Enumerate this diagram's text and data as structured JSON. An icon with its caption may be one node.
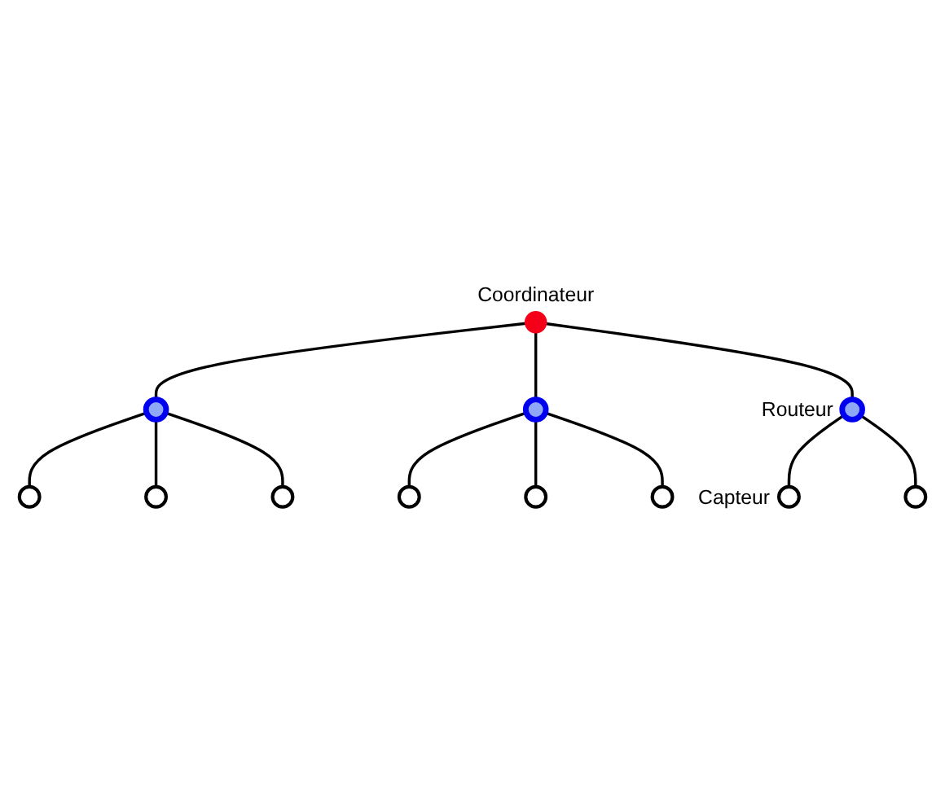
{
  "diagram": {
    "nodes": [
      {
        "text": [],
        "shape": "circle",
        "beside": [
          "Coordinateur"
        ]
      },
      {
        "text": [],
        "shape": "circle"
      },
      {
        "text": [],
        "shape": "circle"
      },
      {
        "text": [],
        "shape": "circle",
        "beside": [
          "Routeur"
        ]
      },
      {
        "text": [],
        "shape": "circle"
      },
      {
        "text": [],
        "shape": "circle"
      },
      {
        "text": [],
        "shape": "circle"
      },
      {
        "text": [],
        "shape": "circle"
      },
      {
        "text": [],
        "shape": "circle"
      },
      {
        "text": [],
        "shape": "circle"
      },
      {
        "text": [],
        "shape": "circle",
        "beside": [
          "Capteur"
        ]
      },
      {
        "text": [],
        "shape": "circle"
      }
    ],
    "edges": [
      {
        "from": 0,
        "to": 1,
        "arrow": "none"
      },
      {
        "from": 0,
        "to": 2,
        "arrow": "none"
      },
      {
        "from": 0,
        "to": 3,
        "arrow": "none"
      },
      {
        "from": 1,
        "to": 4,
        "arrow": "none"
      },
      {
        "from": 1,
        "to": 5,
        "arrow": "none"
      },
      {
        "from": 1,
        "to": 6,
        "arrow": "none"
      },
      {
        "from": 2,
        "to": 7,
        "arrow": "none"
      },
      {
        "from": 2,
        "to": 8,
        "arrow": "none"
      },
      {
        "from": 2,
        "to": 9,
        "arrow": "none"
      },
      {
        "from": 3,
        "to": 10,
        "arrow": "none"
      },
      {
        "from": 3,
        "to": 11,
        "arrow": "none"
      }
    ]
  }
}
